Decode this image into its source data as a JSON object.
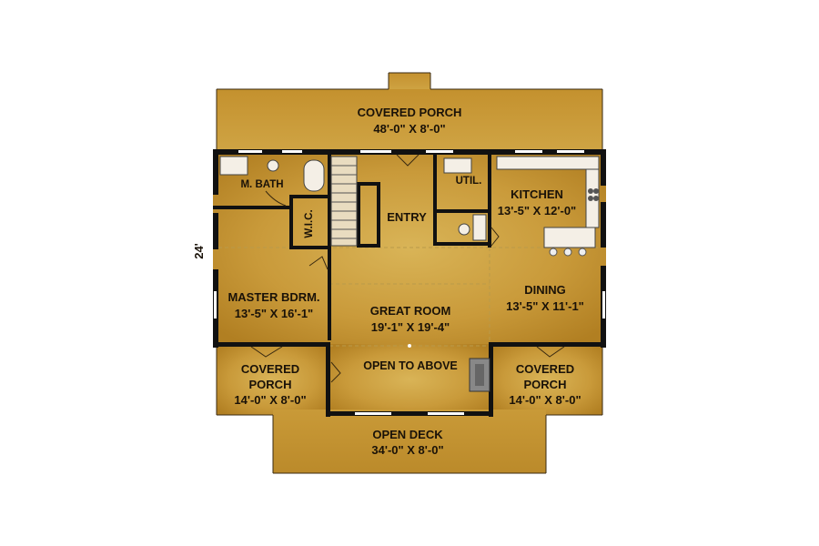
{
  "plan": {
    "dimension_left": "24'",
    "rooms": {
      "covered_porch_top": {
        "name": "COVERED PORCH",
        "size": "48'-0\" X 8'-0\""
      },
      "master_bath": {
        "name": "M. BATH"
      },
      "wic": {
        "name": "W.I.C."
      },
      "entry": {
        "name": "ENTRY"
      },
      "util": {
        "name": "UTIL."
      },
      "kitchen": {
        "name": "KITCHEN",
        "size": "13'-5\" X 12'-0\""
      },
      "master_bedroom": {
        "name": "MASTER BDRM.",
        "size": "13'-5\" X 16'-1\""
      },
      "great_room": {
        "name": "GREAT ROOM",
        "size": "19'-1\" X 19'-4\""
      },
      "dining": {
        "name": "DINING",
        "size": "13'-5\" X 11'-1\""
      },
      "open_to_above": {
        "name": "OPEN TO ABOVE"
      },
      "covered_porch_left": {
        "name_line1": "COVERED",
        "name_line2": "PORCH",
        "size": "14'-0\" X 8'-0\""
      },
      "covered_porch_right": {
        "name_line1": "COVERED",
        "name_line2": "PORCH",
        "size": "14'-0\" X 8'-0\""
      },
      "open_deck": {
        "name": "OPEN DECK",
        "size": "34'-0\" X 8'-0\""
      }
    }
  }
}
